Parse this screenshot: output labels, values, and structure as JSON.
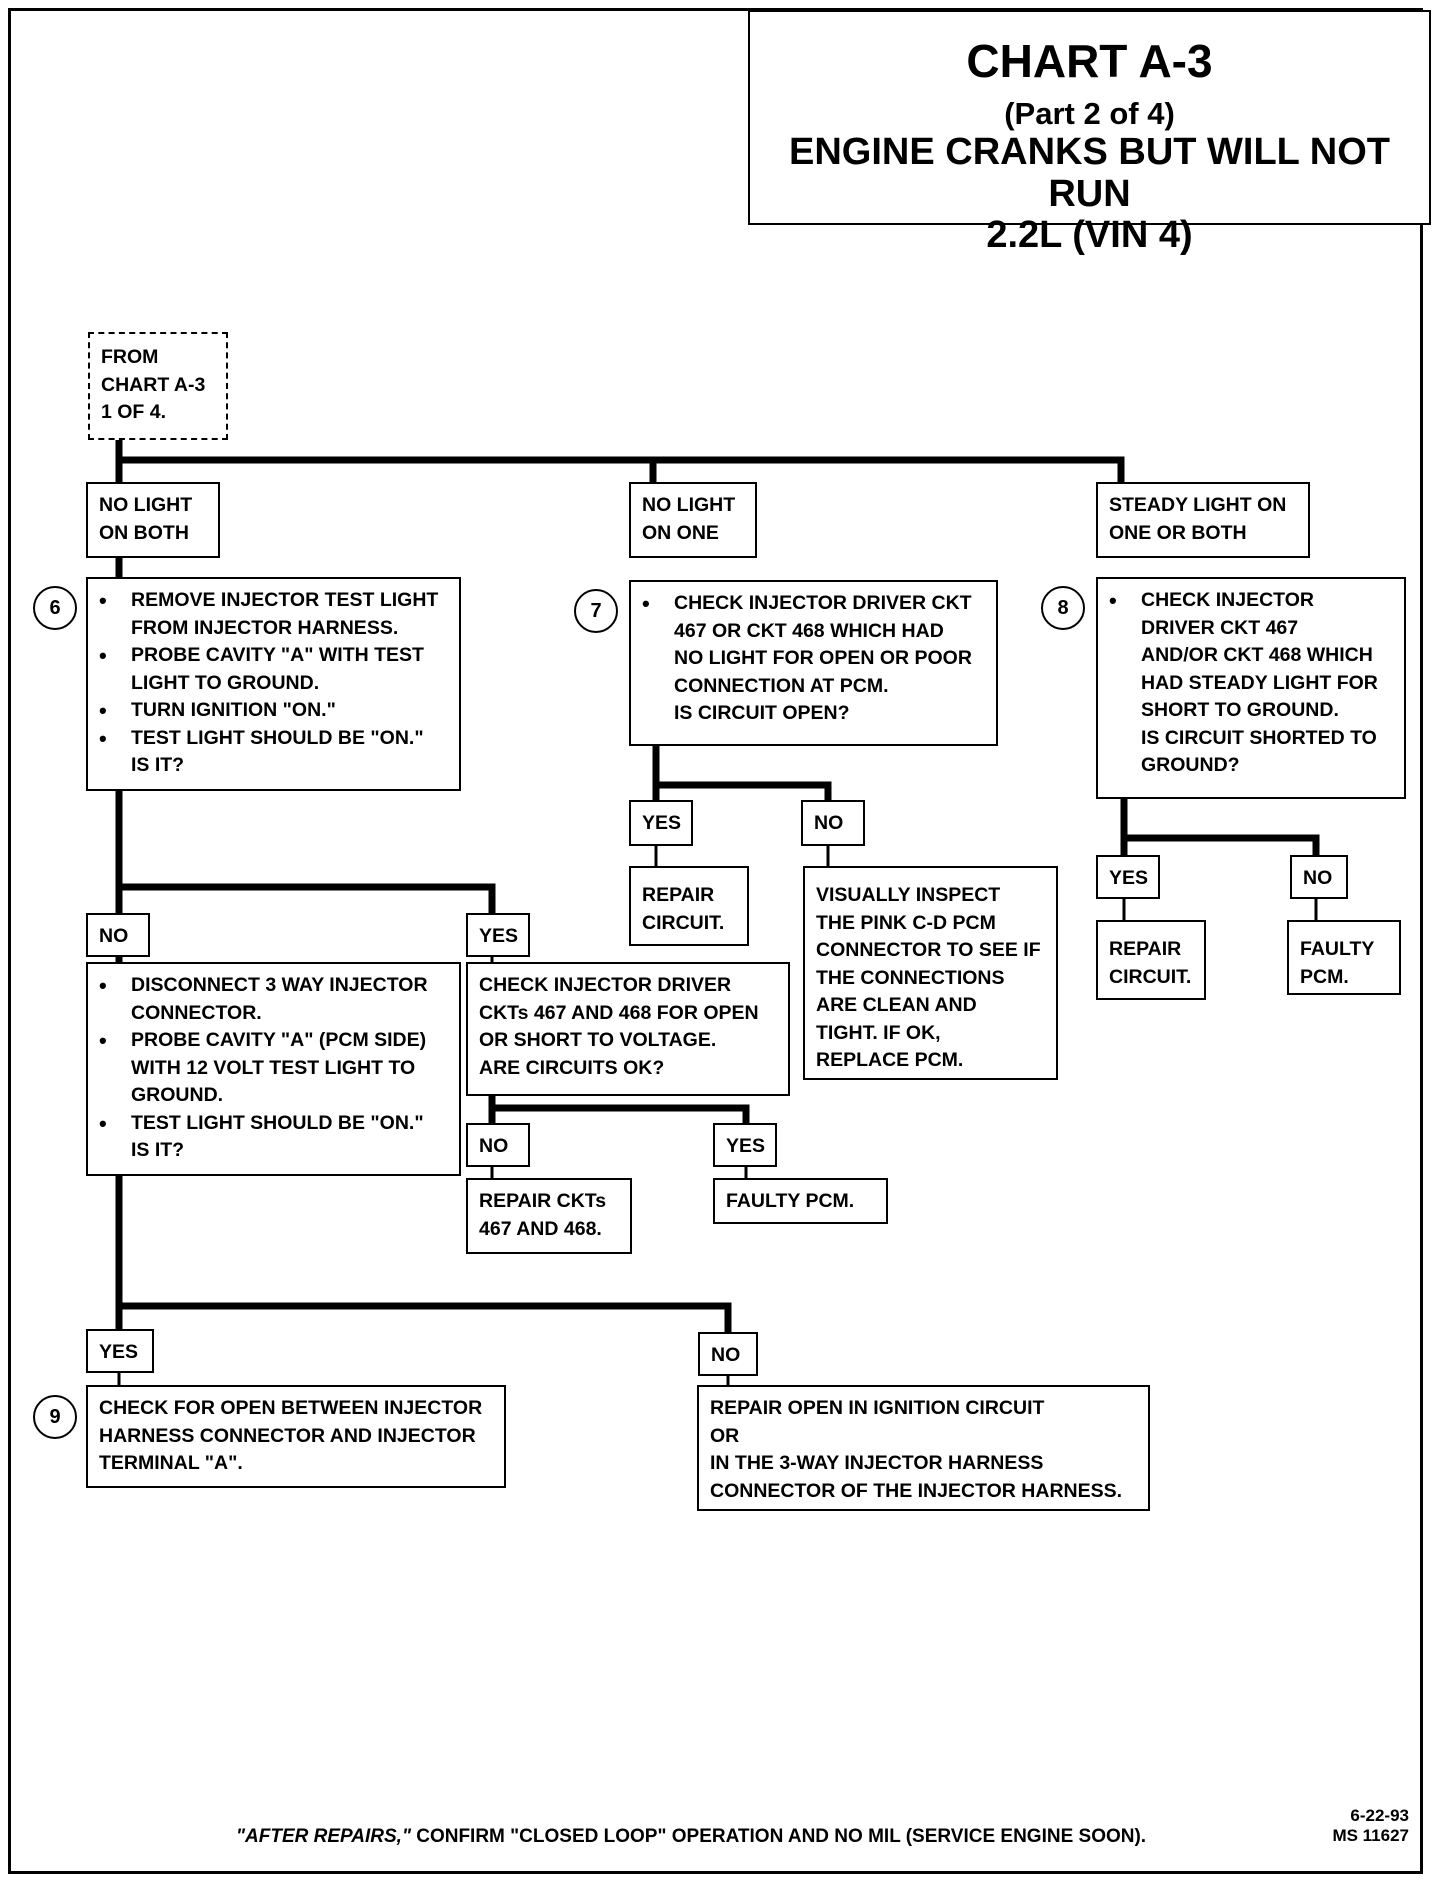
{
  "title": {
    "main": "CHART A-3",
    "part": "(Part 2 of 4)",
    "line1": "ENGINE CRANKS BUT WILL NOT RUN",
    "line2": "2.2L  (VIN 4)"
  },
  "start": "FROM\nCHART A-3\n1 OF 4.",
  "branches": {
    "no_light_both": "NO LIGHT\nON BOTH",
    "no_light_one": "NO LIGHT\nON ONE",
    "steady_light": "STEADY LIGHT ON\nONE OR BOTH"
  },
  "steps": {
    "s6": "6",
    "s7": "7",
    "s8": "8",
    "s9": "9"
  },
  "box6": [
    "REMOVE INJECTOR TEST LIGHT\nFROM INJECTOR HARNESS.",
    "PROBE CAVITY \"A\"  WITH TEST\nLIGHT TO GROUND.",
    "TURN IGNITION \"ON.\"",
    "TEST LIGHT SHOULD BE  \"ON.\"\nIS IT?"
  ],
  "box7": "CHECK INJECTOR DRIVER  CKT\n467 OR CKT 468 WHICH HAD\nNO LIGHT FOR OPEN OR POOR\nCONNECTION AT PCM.\nIS CIRCUIT OPEN?",
  "box8": "CHECK INJECTOR\nDRIVER CKT 467\nAND/OR CKT 468 WHICH\nHAD STEADY LIGHT FOR\nSHORT TO GROUND.\nIS CIRCUIT SHORTED TO\nGROUND?",
  "labels": {
    "yes": "YES",
    "no": "NO"
  },
  "results": {
    "repair_circuit": "REPAIR\nCIRCUIT.",
    "visually_inspect": "VISUALLY INSPECT\nTHE PINK C-D PCM\nCONNECTOR TO SEE IF\nTHE CONNECTIONS\nARE CLEAN AND\nTIGHT.  IF OK,\nREPLACE PCM.",
    "faulty_pcm_8": "FAULTY\nPCM.",
    "check_drivers": "CHECK INJECTOR DRIVER\nCKTs 467 AND 468 FOR OPEN\nOR SHORT TO VOLTAGE.\nARE CIRCUITS OK?",
    "repair_ckts": "REPAIR CKTs\n467 AND 468.",
    "faulty_pcm": "FAULTY PCM.",
    "check_open": "CHECK FOR OPEN BETWEEN INJECTOR\nHARNESS CONNECTOR AND INJECTOR\nTERMINAL \"A\".",
    "repair_open": "REPAIR OPEN IN IGNITION CIRCUIT\nOR\nIN THE 3-WAY INJECTOR HARNESS\nCONNECTOR OF THE INJECTOR HARNESS."
  },
  "box_disconnect": [
    "DISCONNECT 3 WAY INJECTOR\nCONNECTOR.",
    "PROBE CAVITY \"A\" (PCM SIDE)\nWITH 12 VOLT TEST LIGHT TO\nGROUND.",
    "TEST LIGHT SHOULD BE  \"ON.\"\nIS IT?"
  ],
  "footer": {
    "note_italic": "\"AFTER REPAIRS,\"",
    "note_rest": " CONFIRM \"CLOSED LOOP\" OPERATION AND NO MIL (SERVICE ENGINE SOON).",
    "date": "6-22-93",
    "ms": "MS 11627"
  }
}
